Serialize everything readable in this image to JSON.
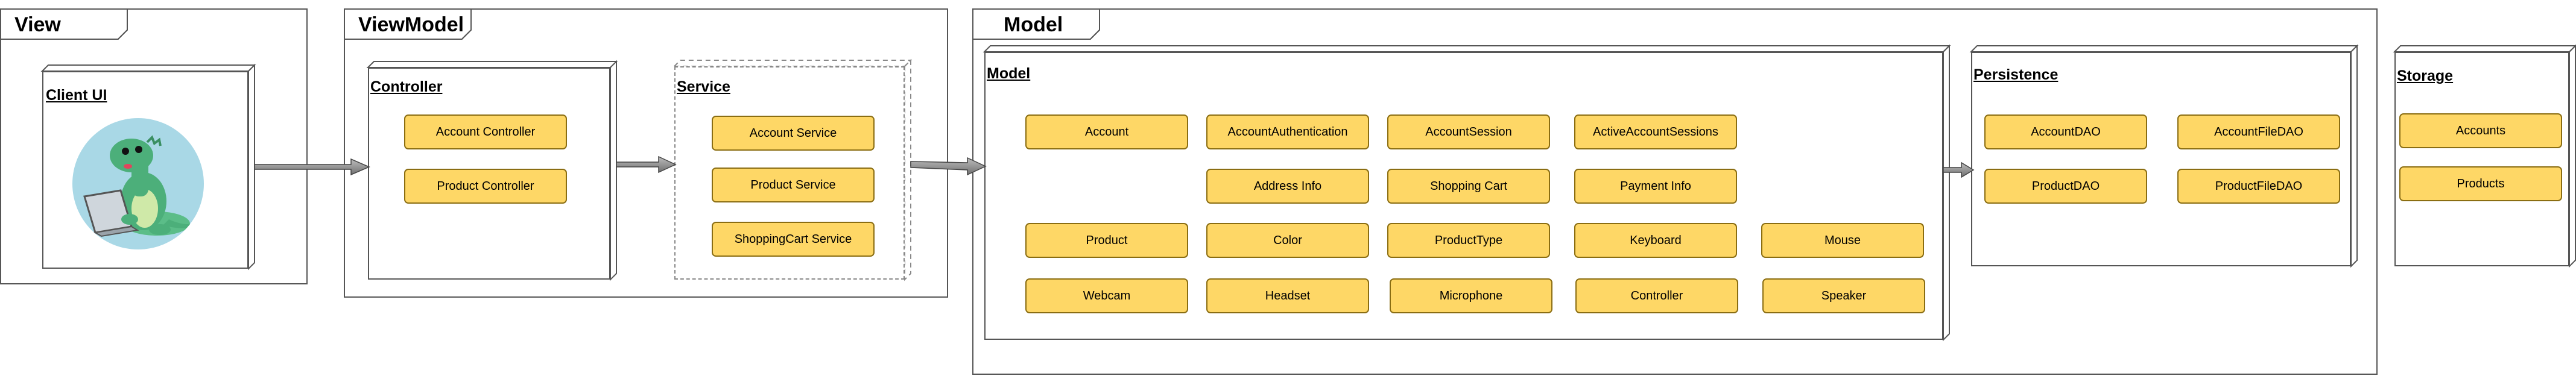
{
  "view": {
    "title": "View",
    "client_ui": {
      "title": "Client UI",
      "illustration": "dinosaur-with-laptop-icon"
    }
  },
  "viewmodel": {
    "title": "ViewModel",
    "controller": {
      "title": "Controller",
      "items": [
        "Account Controller",
        "Product Controller"
      ]
    },
    "service": {
      "title": "Service",
      "items": [
        "Account Service",
        "Product Service",
        "ShoppingCart Service"
      ]
    }
  },
  "model": {
    "title": "Model",
    "inner": {
      "title": "Model",
      "row1": [
        "Account",
        "AccountAuthentication",
        "AccountSession",
        "ActiveAccountSessions"
      ],
      "row2": [
        "Address Info",
        "Shopping Cart",
        "Payment Info"
      ],
      "row3": [
        "Product",
        "Color",
        "ProductType",
        "Keyboard",
        "Mouse"
      ],
      "row4": [
        "Webcam",
        "Headset",
        "Microphone",
        "Controller",
        "Speaker"
      ]
    },
    "persistence": {
      "title": "Persistence",
      "items": [
        "AccountDAO",
        "AccountFileDAO",
        "ProductDAO",
        "ProductFileDAO"
      ]
    }
  },
  "storage": {
    "title": "Storage",
    "items": [
      "Accounts",
      "Products"
    ]
  },
  "colors": {
    "component_fill": "#fed766",
    "component_border": "#8a6d12",
    "avatar_bg": "#a9d8e6",
    "dino": "#4caf7a"
  }
}
